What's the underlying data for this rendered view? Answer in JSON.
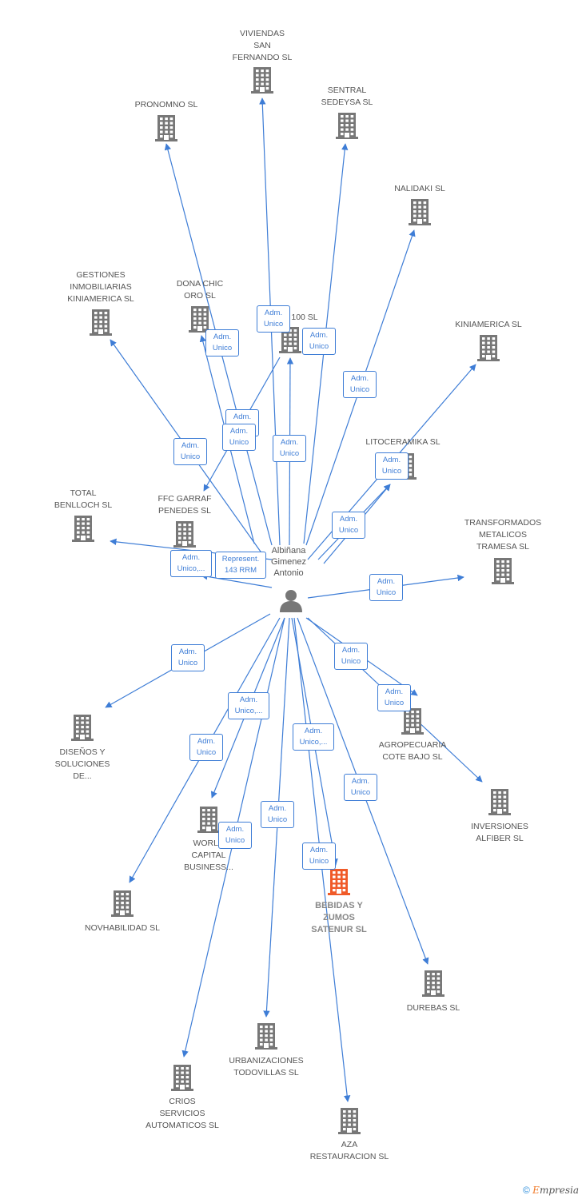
{
  "person": {
    "name": "Albiñana\nGimenez\nAntonio"
  },
  "companies": [
    {
      "id": "viviendas",
      "label": "VIVIENDAS\nSAN\nFERNANDO SL"
    },
    {
      "id": "sentral",
      "label": "SENTRAL\nSEDEYSA SL"
    },
    {
      "id": "pronomno",
      "label": "PRONOMNO SL"
    },
    {
      "id": "nalidaki",
      "label": "NALIDAKI SL"
    },
    {
      "id": "gestiones",
      "label": "GESTIONES\nINMOBILIARIAS\nKINIAMERICA SL"
    },
    {
      "id": "donachic",
      "label": "DONA CHIC\nORO SL"
    },
    {
      "id": "c100",
      "label": "100 SL"
    },
    {
      "id": "kiniamerica",
      "label": "KINIAMERICA SL"
    },
    {
      "id": "litoceramika",
      "label": "LITOCERAMIKA SL"
    },
    {
      "id": "total",
      "label": "TOTAL\nBENLLOCH SL"
    },
    {
      "id": "ffc",
      "label": "FFC GARRAF\nPENEDES SL"
    },
    {
      "id": "transformados",
      "label": "TRANSFORMADOS\nMETALICOS\nTRAMESA SL"
    },
    {
      "id": "disenos",
      "label": "DISEÑOS Y\nSOLUCIONES\nDE..."
    },
    {
      "id": "agropecuaria",
      "label": "AGROPECUARIA\nCOTE BAJO SL"
    },
    {
      "id": "inversiones",
      "label": "INVERSIONES\nALFIBER SL"
    },
    {
      "id": "world",
      "label": "WORLD\nCAPITAL\nBUSINESS..."
    },
    {
      "id": "bebidas",
      "label": "BEBIDAS Y\nZUMOS\nSATENUR  SL",
      "main": true
    },
    {
      "id": "novhabilidad",
      "label": "NOVHABILIDAD SL"
    },
    {
      "id": "durebas",
      "label": "DUREBAS SL"
    },
    {
      "id": "urbanizaciones",
      "label": "URBANIZACIONES\nTODOVILLAS SL"
    },
    {
      "id": "crios",
      "label": "CRIOS\nSERVICIOS\nAUTOMATICOS SL"
    },
    {
      "id": "aza",
      "label": "AZA\nRESTAURACION SL"
    }
  ],
  "edge_labels": [
    "Adm.\nUnico",
    "Adm.\nUnico",
    "Adm.\nUnico",
    "Adm.\nUnico",
    "Adm.\nUnico",
    "Adm.\nUnico",
    "Adm.\nUnico",
    "Adm.\nUnico",
    "Adm.\nUnico",
    "Adm.\nUnico",
    "Adm.\nUnico",
    "Adm.\nUnico,...",
    "Represent.\n143 RRM",
    "Adm.\nUnico",
    "Adm.\nUnico",
    "Adm.\nUnico",
    "Adm.\nUnico",
    "Adm.\nUnico,...",
    "Adm.\nUnico",
    "Adm.\nUnico,...",
    "Adm.\nUnico",
    "Adm.\nUnico",
    "Adm.\nUnico",
    "Adm.\nUnico"
  ],
  "colors": {
    "edge": "#3e7dd6",
    "building": "#777777",
    "main_building": "#f05a28",
    "person": "#777777"
  },
  "footer": {
    "copyright": "©",
    "brand_first": "E",
    "brand_rest": "mpresia"
  }
}
